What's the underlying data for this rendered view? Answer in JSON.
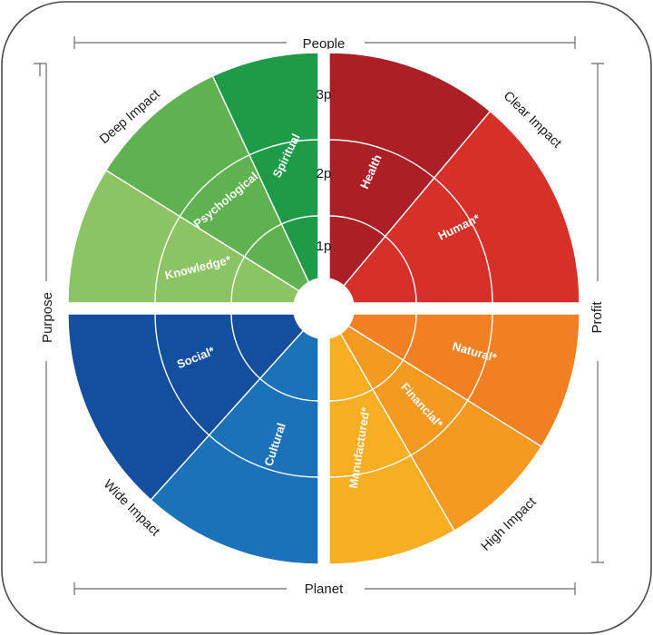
{
  "edges": {
    "top": "People",
    "bottom": "Planet",
    "left": "Purpose",
    "right": "Profit"
  },
  "impacts": {
    "top_left": "Deep Impact",
    "top_right": "Clear Impact",
    "bottom_left": "Wide Impact",
    "bottom_right": "High Impact"
  },
  "rings": [
    "1p",
    "2p",
    "3p"
  ],
  "quadrants": {
    "green": {
      "segments": [
        {
          "label": "Spiritual",
          "color": "#1e9a48"
        },
        {
          "label": "Psychological",
          "color": "#5fb24f"
        },
        {
          "label": "Knowledge*",
          "color": "#8cc365"
        }
      ]
    },
    "red": {
      "segments": [
        {
          "label": "Health",
          "color": "#d7302a"
        },
        {
          "label": "Human*",
          "color": "#ad1f27"
        }
      ]
    },
    "blue": {
      "segments": [
        {
          "label": "Social*",
          "color": "#134f9d"
        },
        {
          "label": "Cultural",
          "color": "#1b72b8"
        }
      ]
    },
    "orange": {
      "segments": [
        {
          "label": "Manufactured*",
          "color": "#f7ae22"
        },
        {
          "label": "Financial*",
          "color": "#f49a22"
        },
        {
          "label": "Natural*",
          "color": "#f08022"
        }
      ]
    }
  }
}
